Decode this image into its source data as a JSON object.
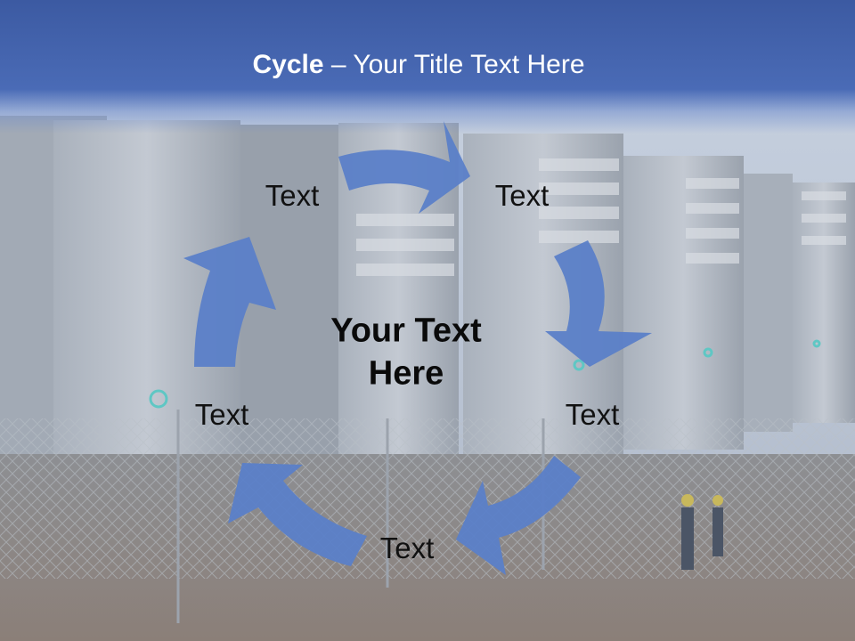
{
  "slide": {
    "title_bold": "Cycle",
    "title_rest": " – Your Title Text Here",
    "center_text": "Your Text Here",
    "steps": [
      {
        "label": "Text"
      },
      {
        "label": "Text"
      },
      {
        "label": "Text"
      },
      {
        "label": "Text"
      },
      {
        "label": "Text"
      }
    ]
  },
  "colors": {
    "title_bar": "#4a6bb6",
    "arrow": "#5b80c8"
  },
  "background_image": "data-center-server-racks-with-fence-and-workers"
}
